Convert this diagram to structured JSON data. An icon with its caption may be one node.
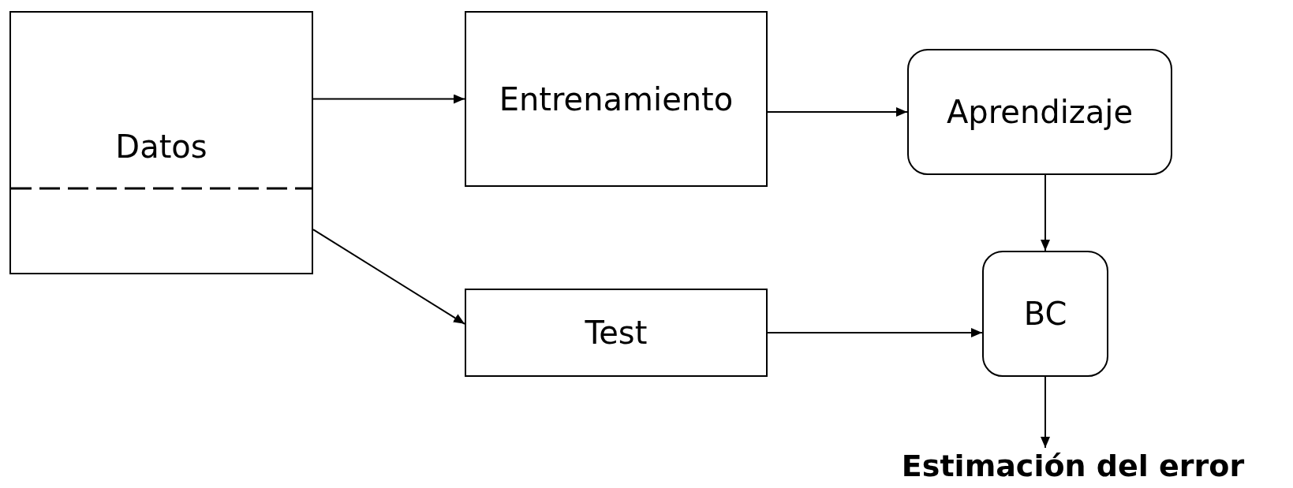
{
  "diagram": {
    "nodes": [
      {
        "text": [
          "Datos"
        ]
      },
      {
        "text": [
          "Entrenamiento"
        ]
      },
      {
        "text": [
          "Aprendizaje"
        ]
      },
      {
        "text": [
          "Test"
        ]
      },
      {
        "text": [
          "BC"
        ]
      },
      {
        "text": [
          "Estimación del error"
        ]
      }
    ],
    "edges": [
      {
        "from": 0,
        "to": 1,
        "arrow": "to"
      },
      {
        "from": 0,
        "to": 3,
        "arrow": "to"
      },
      {
        "from": 1,
        "to": 2,
        "arrow": "to"
      },
      {
        "from": 2,
        "to": 4,
        "arrow": "to"
      },
      {
        "from": 3,
        "to": 4,
        "arrow": "to"
      },
      {
        "from": 4,
        "to": 5,
        "arrow": "to"
      }
    ]
  }
}
